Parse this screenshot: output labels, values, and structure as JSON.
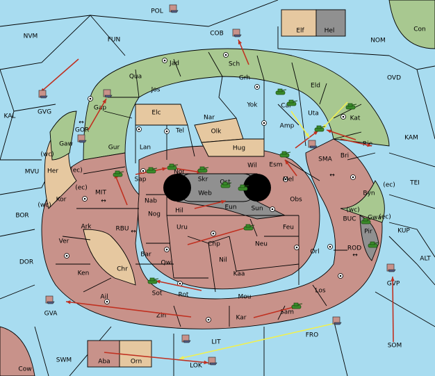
{
  "palette": {
    "sea": "#a8dcf0",
    "green": "#a8c890",
    "red": "#c8928a",
    "tan": "#e6c8a0",
    "grey": "#909090",
    "arrow_red": "#c03020",
    "arrow_yellow": "#f0f050",
    "tank": "#3a8a2a"
  },
  "labels": {
    "POL": "POL",
    "COB": "COB",
    "Elf": "Elf",
    "Hel": "Hel",
    "Con": "Con",
    "NVM": "NVM",
    "FUN": "FUN",
    "NOM": "NOM",
    "OVD": "OVD",
    "KAL": "KAL",
    "GVG": "GVG",
    "KAM": "KAM",
    "TEI": "TEI",
    "MVU": "MVU",
    "MIT": "MIT",
    "BOR": "BOR",
    "DOR": "DOR",
    "RBU": "RBU",
    "BUC": "BUC",
    "KUP": "KUP",
    "ROD": "ROD",
    "ALT": "ALT",
    "GVP": "GVP",
    "GVA": "GVA",
    "LIT": "LIT",
    "FRO": "FRO",
    "SOM": "SOM",
    "SWM": "SWM",
    "Cow": "Cow",
    "Aba": "Aba",
    "Orn": "Orn",
    "LOK": "LOK",
    "SMA": "SMA",
    "GOR": "GOR",
    "Jad": "Jad",
    "Sch": "Sch",
    "Qua": "Qua",
    "Jos": "Jos",
    "Grh": "Grh",
    "Eld": "Eld",
    "Gap": "Gap",
    "Elc": "Elc",
    "Nar": "Nar",
    "Yok": "Yok",
    "Car": "Car",
    "Uta": "Uta",
    "Kat": "Kat",
    "Olk": "Olk",
    "Amp": "Amp",
    "Tel": "Tel",
    "Gur": "Gur",
    "Lan": "Lan",
    "Hug": "Hug",
    "Rie": "Rie",
    "Gaw": "Gaw",
    "Bri": "Bri",
    "Wil": "Wil",
    "Esm": "Esm",
    "Her": "Her",
    "Sap": "Sap",
    "Nor": "Nor",
    "Skr": "Skr",
    "Ost": "Ost",
    "Mel": "Mel",
    "Byn": "Byn",
    "Kor": "Kor",
    "Web": "Web",
    "Nab": "Nab",
    "Eun": "Eun",
    "Obs": "Obs",
    "Gwa": "Gwa",
    "Hil": "Hil",
    "Sun": "Sun",
    "Nog": "Nog",
    "Ark": "Ark",
    "Uru": "Uru",
    "Feu": "Feu",
    "Pir": "Pir",
    "Ver": "Ver",
    "Chp": "Chp",
    "Neu": "Neu",
    "Orl": "Orl",
    "Bar": "Bar",
    "Qwi": "Qwi",
    "Nil": "Nil",
    "Ken": "Ken",
    "Chr": "Chr",
    "Kaa": "Kaa",
    "Los": "Los",
    "Sot": "Sot",
    "Rot": "Rot",
    "Ail": "Ail",
    "Mou": "Mou",
    "Zin": "Zin",
    "Kar": "Kar",
    "Sam": "Sam",
    "wc": "(wc)",
    "ec": "(ec)"
  },
  "controls": {
    "arrow_glyph": "↔"
  }
}
